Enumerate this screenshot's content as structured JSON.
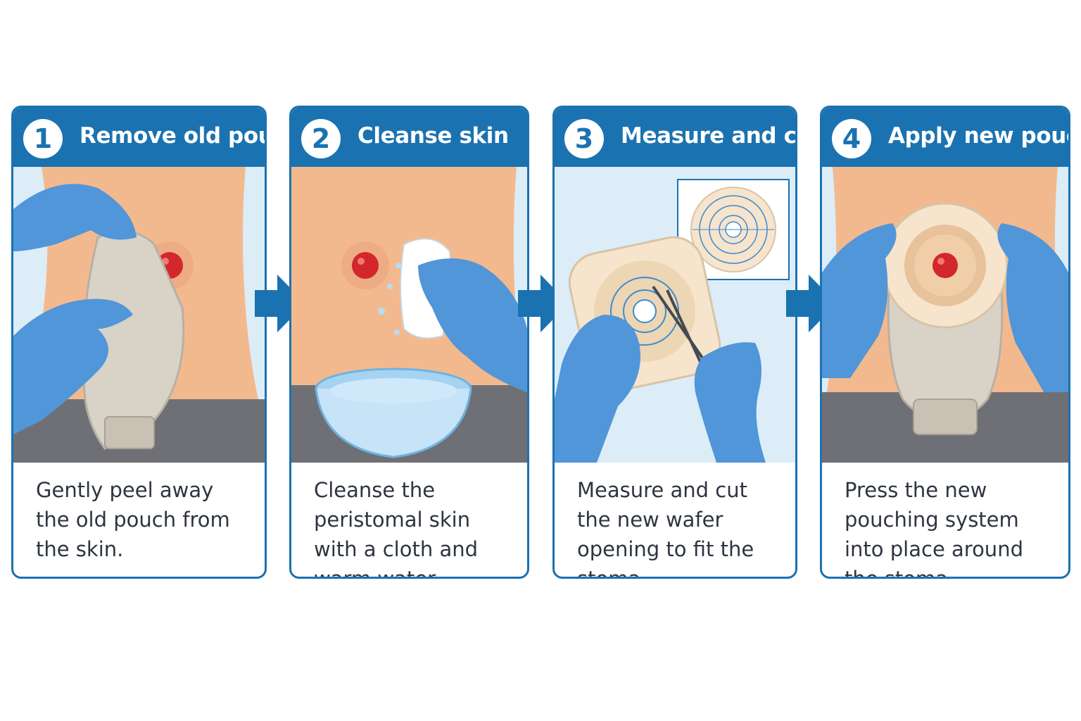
{
  "steps": [
    {
      "number": "1",
      "title": "Remove old pouch",
      "caption": "Gently peel away the old pouch from the skin."
    },
    {
      "number": "2",
      "title": "Cleanse skin",
      "caption": "Cleanse the peristomal skin with a cloth and warm water."
    },
    {
      "number": "3",
      "title": "Measure and cut",
      "caption": "Measure and cut the new wafer opening to fit the stoma."
    },
    {
      "number": "4",
      "title": "Apply new pouch",
      "caption": "Press the new pouching system into place around the stoma."
    }
  ],
  "colors": {
    "primary_blue": "#1b72b0",
    "glove_blue": "#5196d8",
    "skin": "#f3b98e",
    "stoma": "#d2272b",
    "pouch": "#d8d2c7",
    "waistband": "#6e7076"
  },
  "icons": [
    "right-arrow-icon",
    "glove-icon",
    "stoma-icon",
    "pouch-icon",
    "cloth-icon",
    "water-bowl-icon",
    "scissors-icon",
    "wafer-icon",
    "measuring-guide-icon"
  ]
}
